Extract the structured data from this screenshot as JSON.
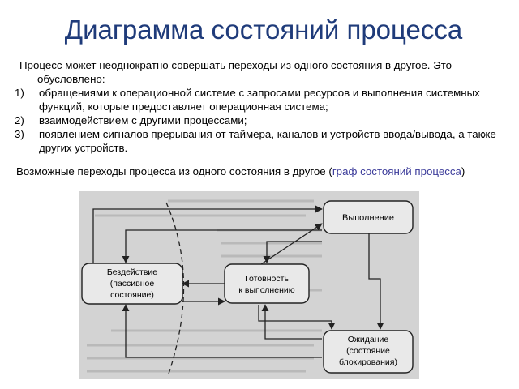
{
  "title": "Диаграмма состояний процесса",
  "intro": {
    "lead": "Процесс может неоднократно совершать переходы из одного состояния в другое. Это",
    "cont": "обусловлено:"
  },
  "list": [
    {
      "num": "1)",
      "text": "обращениями к операционной системе с запросами ресурсов и выполнения системных функций, которые предоставляет операционная система;"
    },
    {
      "num": "2)",
      "text": "взаимодействием с другими процессами;"
    },
    {
      "num": "3)",
      "text": "появлением сигналов прерывания от таймера, каналов и устройств ввода/вывода, а также других устройств."
    }
  ],
  "caption": {
    "text": "Возможные переходы процесса из одного состояния в другое (",
    "accent": "граф состояний процесса",
    "close": ")"
  },
  "diagram": {
    "states": {
      "execution": "Выполнение",
      "idle_line1": "Бездействие",
      "idle_line2": "(пассивное",
      "idle_line3": "состояние)",
      "ready_line1": "Готовность",
      "ready_line2": "к выполнению",
      "waiting_line1": "Ожидание",
      "waiting_line2": "(состояние",
      "waiting_line3": "блокирования)"
    }
  },
  "colors": {
    "title": "#1f3b7a",
    "accent": "#3b3b9a",
    "photo_bg": "#d3d3d3",
    "box_fill": "#e9e9e9"
  }
}
